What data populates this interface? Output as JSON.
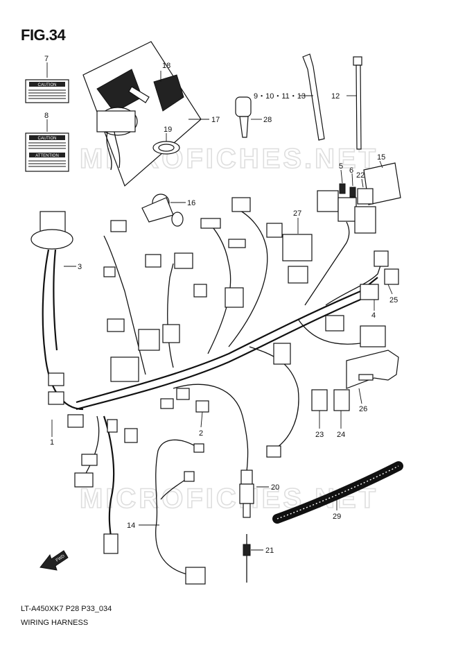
{
  "figure": {
    "title": "FIG.34",
    "model_code": "LT-A450XK7  P28  P33_034",
    "caption": "WIRING HARNESS"
  },
  "watermark": "MICROFICHES.NET",
  "labels": {
    "caution": "CAUTION",
    "attention": "ATTENTION",
    "fwd": "FWD"
  },
  "callouts": [
    {
      "id": "c1",
      "text": "1"
    },
    {
      "id": "c2",
      "text": "2"
    },
    {
      "id": "c3",
      "text": "3"
    },
    {
      "id": "c4",
      "text": "4"
    },
    {
      "id": "c5",
      "text": "5"
    },
    {
      "id": "c6",
      "text": "6"
    },
    {
      "id": "c7",
      "text": "7"
    },
    {
      "id": "c8",
      "text": "8"
    },
    {
      "id": "c9",
      "text": "9・10・11・13"
    },
    {
      "id": "c12",
      "text": "12"
    },
    {
      "id": "c14",
      "text": "14"
    },
    {
      "id": "c15",
      "text": "15"
    },
    {
      "id": "c16",
      "text": "16"
    },
    {
      "id": "c17",
      "text": "17"
    },
    {
      "id": "c18",
      "text": "18"
    },
    {
      "id": "c19",
      "text": "19"
    },
    {
      "id": "c20",
      "text": "20"
    },
    {
      "id": "c21",
      "text": "21"
    },
    {
      "id": "c22",
      "text": "22"
    },
    {
      "id": "c23",
      "text": "23"
    },
    {
      "id": "c24",
      "text": "24"
    },
    {
      "id": "c25",
      "text": "25"
    },
    {
      "id": "c26",
      "text": "26"
    },
    {
      "id": "c27",
      "text": "27"
    },
    {
      "id": "c28",
      "text": "28"
    },
    {
      "id": "c29",
      "text": "29"
    }
  ]
}
